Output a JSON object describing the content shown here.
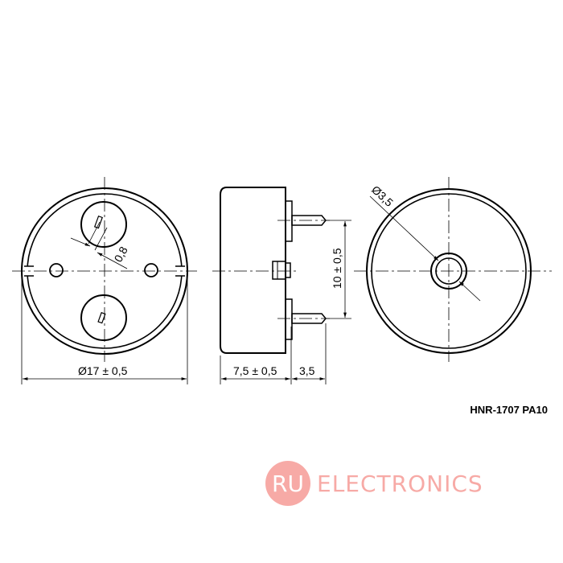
{
  "drawing": {
    "dimensions": {
      "diameter_body": "Ø17 ± 0,5",
      "height_body": "7,5 ± 0,5",
      "pin_length": "3,5",
      "pin_spacing": "10 ± 0,5",
      "hole_diameter": "Ø3,5",
      "pin_width": "0,8"
    },
    "model": "HNR-1707 PA10"
  },
  "logo": {
    "badge": "RU",
    "text": "ELECTRONICS",
    "color": "#f7aaa6"
  }
}
